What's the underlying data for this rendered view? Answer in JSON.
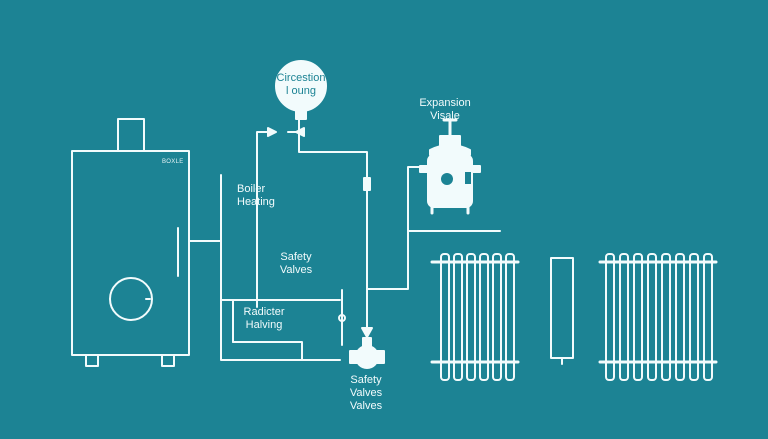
{
  "diagram": {
    "background_color": "#1c8394",
    "line_color": "#f2fbfc",
    "labels": {
      "boiler_tag": "BOXLE",
      "circulation_gauge": "Circestion\nl oung",
      "expansion_label": "Expansion\nVisale",
      "boiler_heating": "Boiler\nHeating",
      "safety_valves_upper": "Safety\nValves",
      "radiator_halving": "Radicter\nHalving",
      "safety_valves_lower": "Safety\nValves\nValves"
    },
    "icons": [
      "boiler-icon",
      "pressure-gauge-icon",
      "expansion-vessel-icon",
      "pump-valve-icon",
      "radiator-icon",
      "pipe-icon"
    ]
  }
}
